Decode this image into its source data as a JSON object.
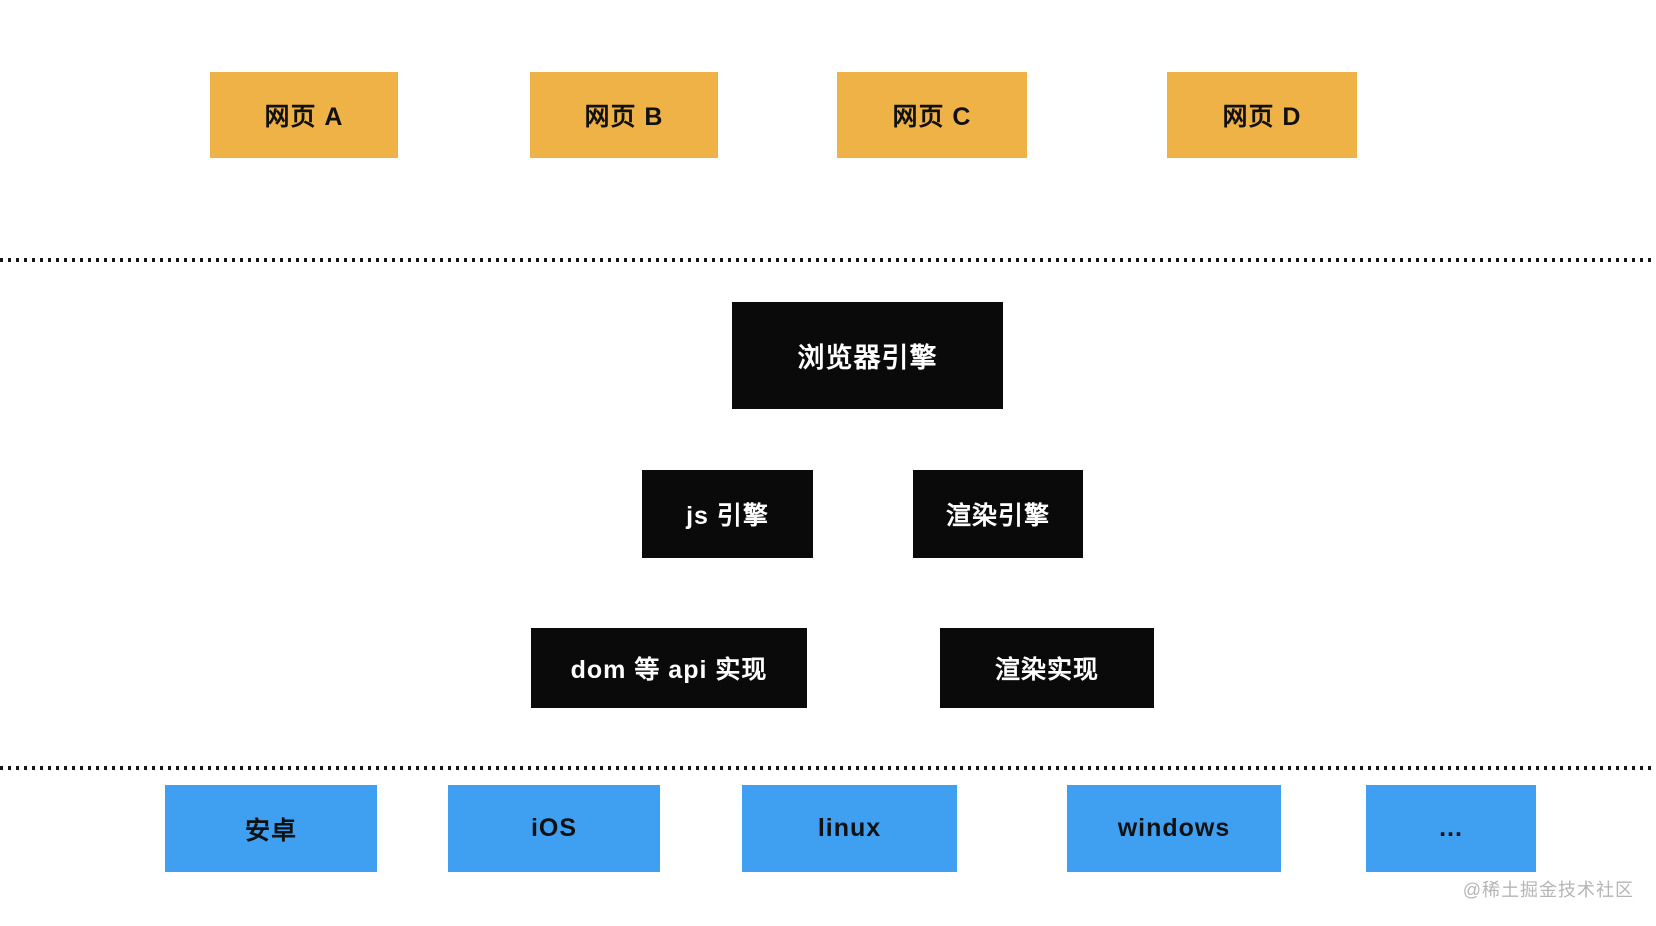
{
  "diagram": {
    "webpages": [
      {
        "label": "网页 A"
      },
      {
        "label": "网页 B"
      },
      {
        "label": "网页 C"
      },
      {
        "label": "网页 D"
      }
    ],
    "engine": {
      "browser_engine": "浏览器引擎",
      "js_engine": "js 引擎",
      "render_engine": "渲染引擎",
      "dom_api_impl": "dom 等 api 实现",
      "render_impl": "渲染实现"
    },
    "platforms": [
      {
        "label": "安卓"
      },
      {
        "label": "iOS"
      },
      {
        "label": "linux"
      },
      {
        "label": "windows"
      },
      {
        "label": "..."
      }
    ],
    "watermark": {
      "text": "@稀土掘金技术社区"
    },
    "colors": {
      "webpage_box": "#efb247",
      "engine_box": "#0a0a0a",
      "platform_box": "#3fa0f1",
      "box_text": "#111111",
      "engine_text": "#ffffff",
      "separator_dots": "#161616",
      "watermark_text": "#b5b5b5"
    }
  }
}
